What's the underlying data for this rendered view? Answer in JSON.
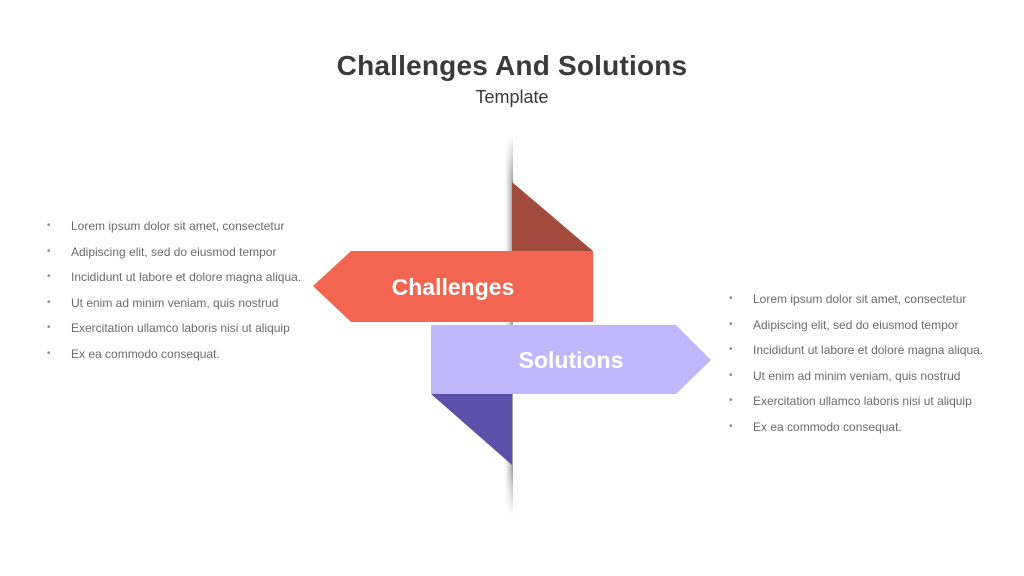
{
  "header": {
    "title": "Challenges And Solutions",
    "subtitle": "Template"
  },
  "diagram": {
    "challenges_label": "Challenges",
    "solutions_label": "Solutions",
    "colors": {
      "challenges": "#f26550",
      "challenges_fold": "#a14b3d",
      "solutions": "#c0b8fb",
      "solutions_fold": "#5b51a8"
    }
  },
  "left_list": {
    "items": [
      "Lorem ipsum dolor sit amet, consectetur",
      "Adipiscing elit, sed do eiusmod tempor",
      "Incididunt ut labore et dolore magna aliqua.",
      "Ut enim ad minim veniam, quis nostrud",
      "Exercitation ullamco laboris nisi ut aliquip",
      "Ex ea commodo consequat."
    ]
  },
  "right_list": {
    "items": [
      "Lorem ipsum dolor sit amet, consectetur",
      "Adipiscing elit, sed do eiusmod tempor",
      "Incididunt ut labore et dolore magna aliqua.",
      "Ut enim ad minim veniam, quis nostrud",
      "Exercitation ullamco laboris nisi ut aliquip",
      "Ex ea commodo consequat."
    ]
  }
}
